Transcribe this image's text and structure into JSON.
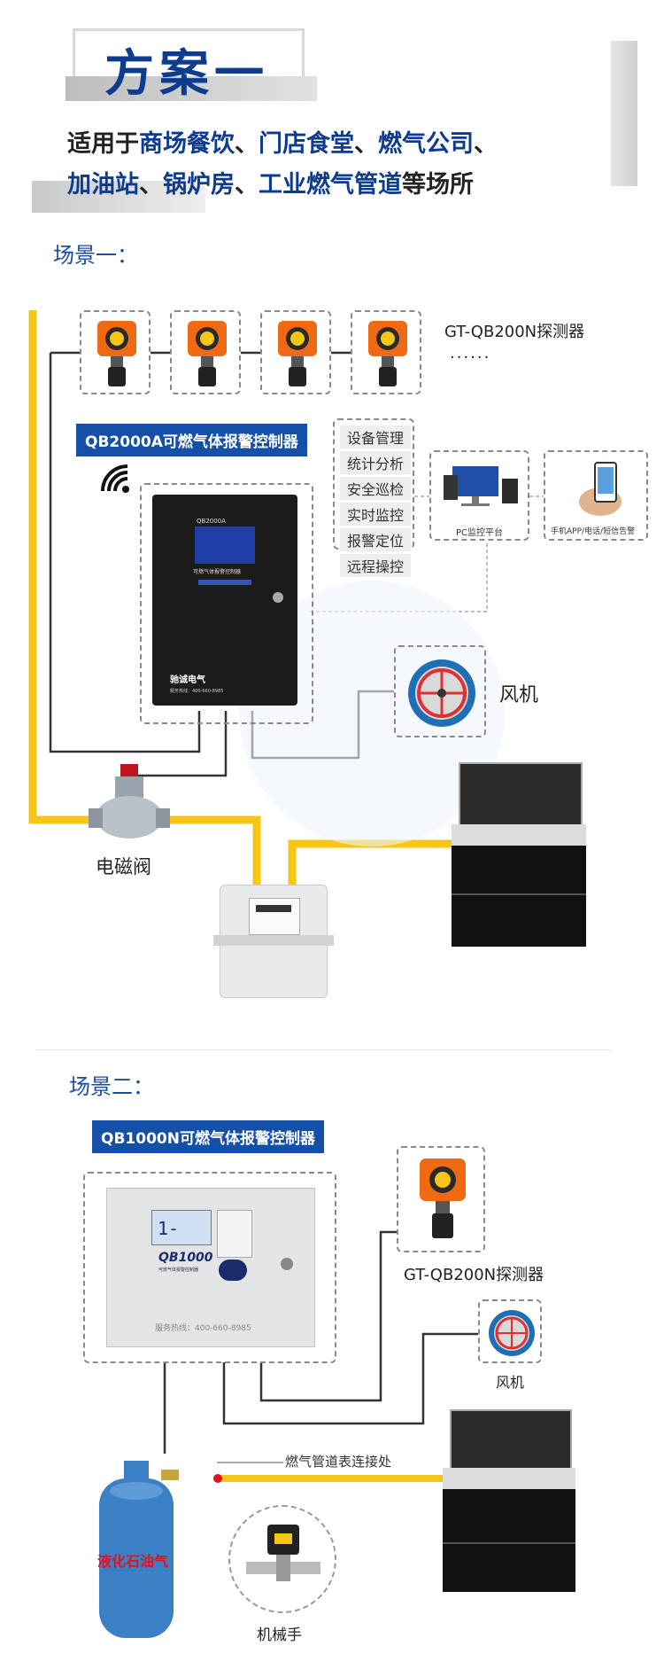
{
  "header": {
    "title": "方案一",
    "applicable_prefix": "适用于",
    "line1_highlights": [
      "商场餐饮",
      "门店食堂",
      "燃气公司"
    ],
    "line2_highlights": [
      "加油站",
      "锅炉房",
      "工业燃气管道"
    ],
    "separator": "、",
    "line1_suffix": "、",
    "line2_suffix": "等场所"
  },
  "scene1": {
    "title": "场景一：",
    "detector_label": "GT-QB200N探测器",
    "ellipsis": "......",
    "controller_label": "QB2000A可燃气体报警控制器",
    "controller_model": "QB2000A",
    "controller_screen_text": "可燃气体报警控制器",
    "brand": "驰诚电气",
    "hotline": "服务热线：400-660-8985",
    "functions": [
      "设备管理",
      "统计分析",
      "安全巡检",
      "实时监控",
      "报警定位",
      "远程操控"
    ],
    "pc_label": "PC监控平台",
    "phone_label": "手机APP/电话/短信告警",
    "fan_label": "风机",
    "valve_label": "电磁阀"
  },
  "scene2": {
    "title": "场景二：",
    "controller_label": "QB1000N可燃气体报警控制器",
    "controller_brand": "QB1000",
    "controller_sub": "可燃气体报警控制器",
    "display_value": "1-    0",
    "hotline": "服务热线：400-660-8985",
    "detector_label": "GT-QB200N探测器",
    "fan_label": "风机",
    "pipe_label": "燃气管道表连接处",
    "tank_label": "液化石油气",
    "manipulator_label": "机械手"
  },
  "colors": {
    "title_blue": "#0d3b8e",
    "label_blue": "#1550a8",
    "pipe_yellow": "#f5c518",
    "detector_orange": "#f06a13",
    "tank_blue": "#3b7fc4",
    "tank_text_red": "#e0141e"
  }
}
